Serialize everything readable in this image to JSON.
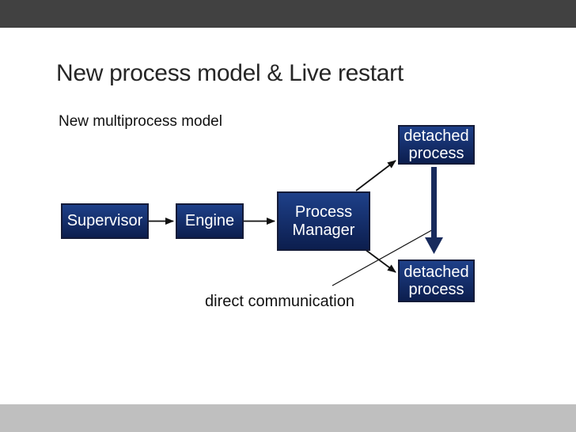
{
  "slide": {
    "title": "New process model & Live restart",
    "subtitle": "New multiprocess model",
    "annotation": "direct communication"
  },
  "diagram": {
    "nodes": [
      {
        "id": "supervisor",
        "label": "Supervisor"
      },
      {
        "id": "engine",
        "label": "Engine"
      },
      {
        "id": "process-manager",
        "label": "Process Manager"
      },
      {
        "id": "detached-process-top",
        "label": "detached process"
      },
      {
        "id": "detached-process-bottom",
        "label": "detached process"
      }
    ],
    "connections": [
      {
        "from": "supervisor",
        "to": "engine",
        "style": "black-arrow"
      },
      {
        "from": "engine",
        "to": "process-manager",
        "style": "black-arrow"
      },
      {
        "from": "process-manager",
        "to": "detached-process-top",
        "style": "black-arrow"
      },
      {
        "from": "process-manager",
        "to": "detached-process-bottom",
        "style": "black-arrow"
      },
      {
        "from": "detached-process-top",
        "to": "detached-process-bottom",
        "style": "thick-navy-arrow"
      },
      {
        "from": "direct-communication-label",
        "to": "thick-navy-arrow",
        "style": "thin-callout-line"
      }
    ]
  },
  "colors": {
    "top-bar": "#414141",
    "bottom-bar": "#bfbfbf",
    "box-top": "#1e4089",
    "box-bottom": "#0c1e4e",
    "box-border": "#141b38",
    "box-text": "#ffffff",
    "connector": "#111111",
    "thick-arrow": "#172a5c",
    "title-text": "#262626",
    "body-text": "#111111"
  }
}
